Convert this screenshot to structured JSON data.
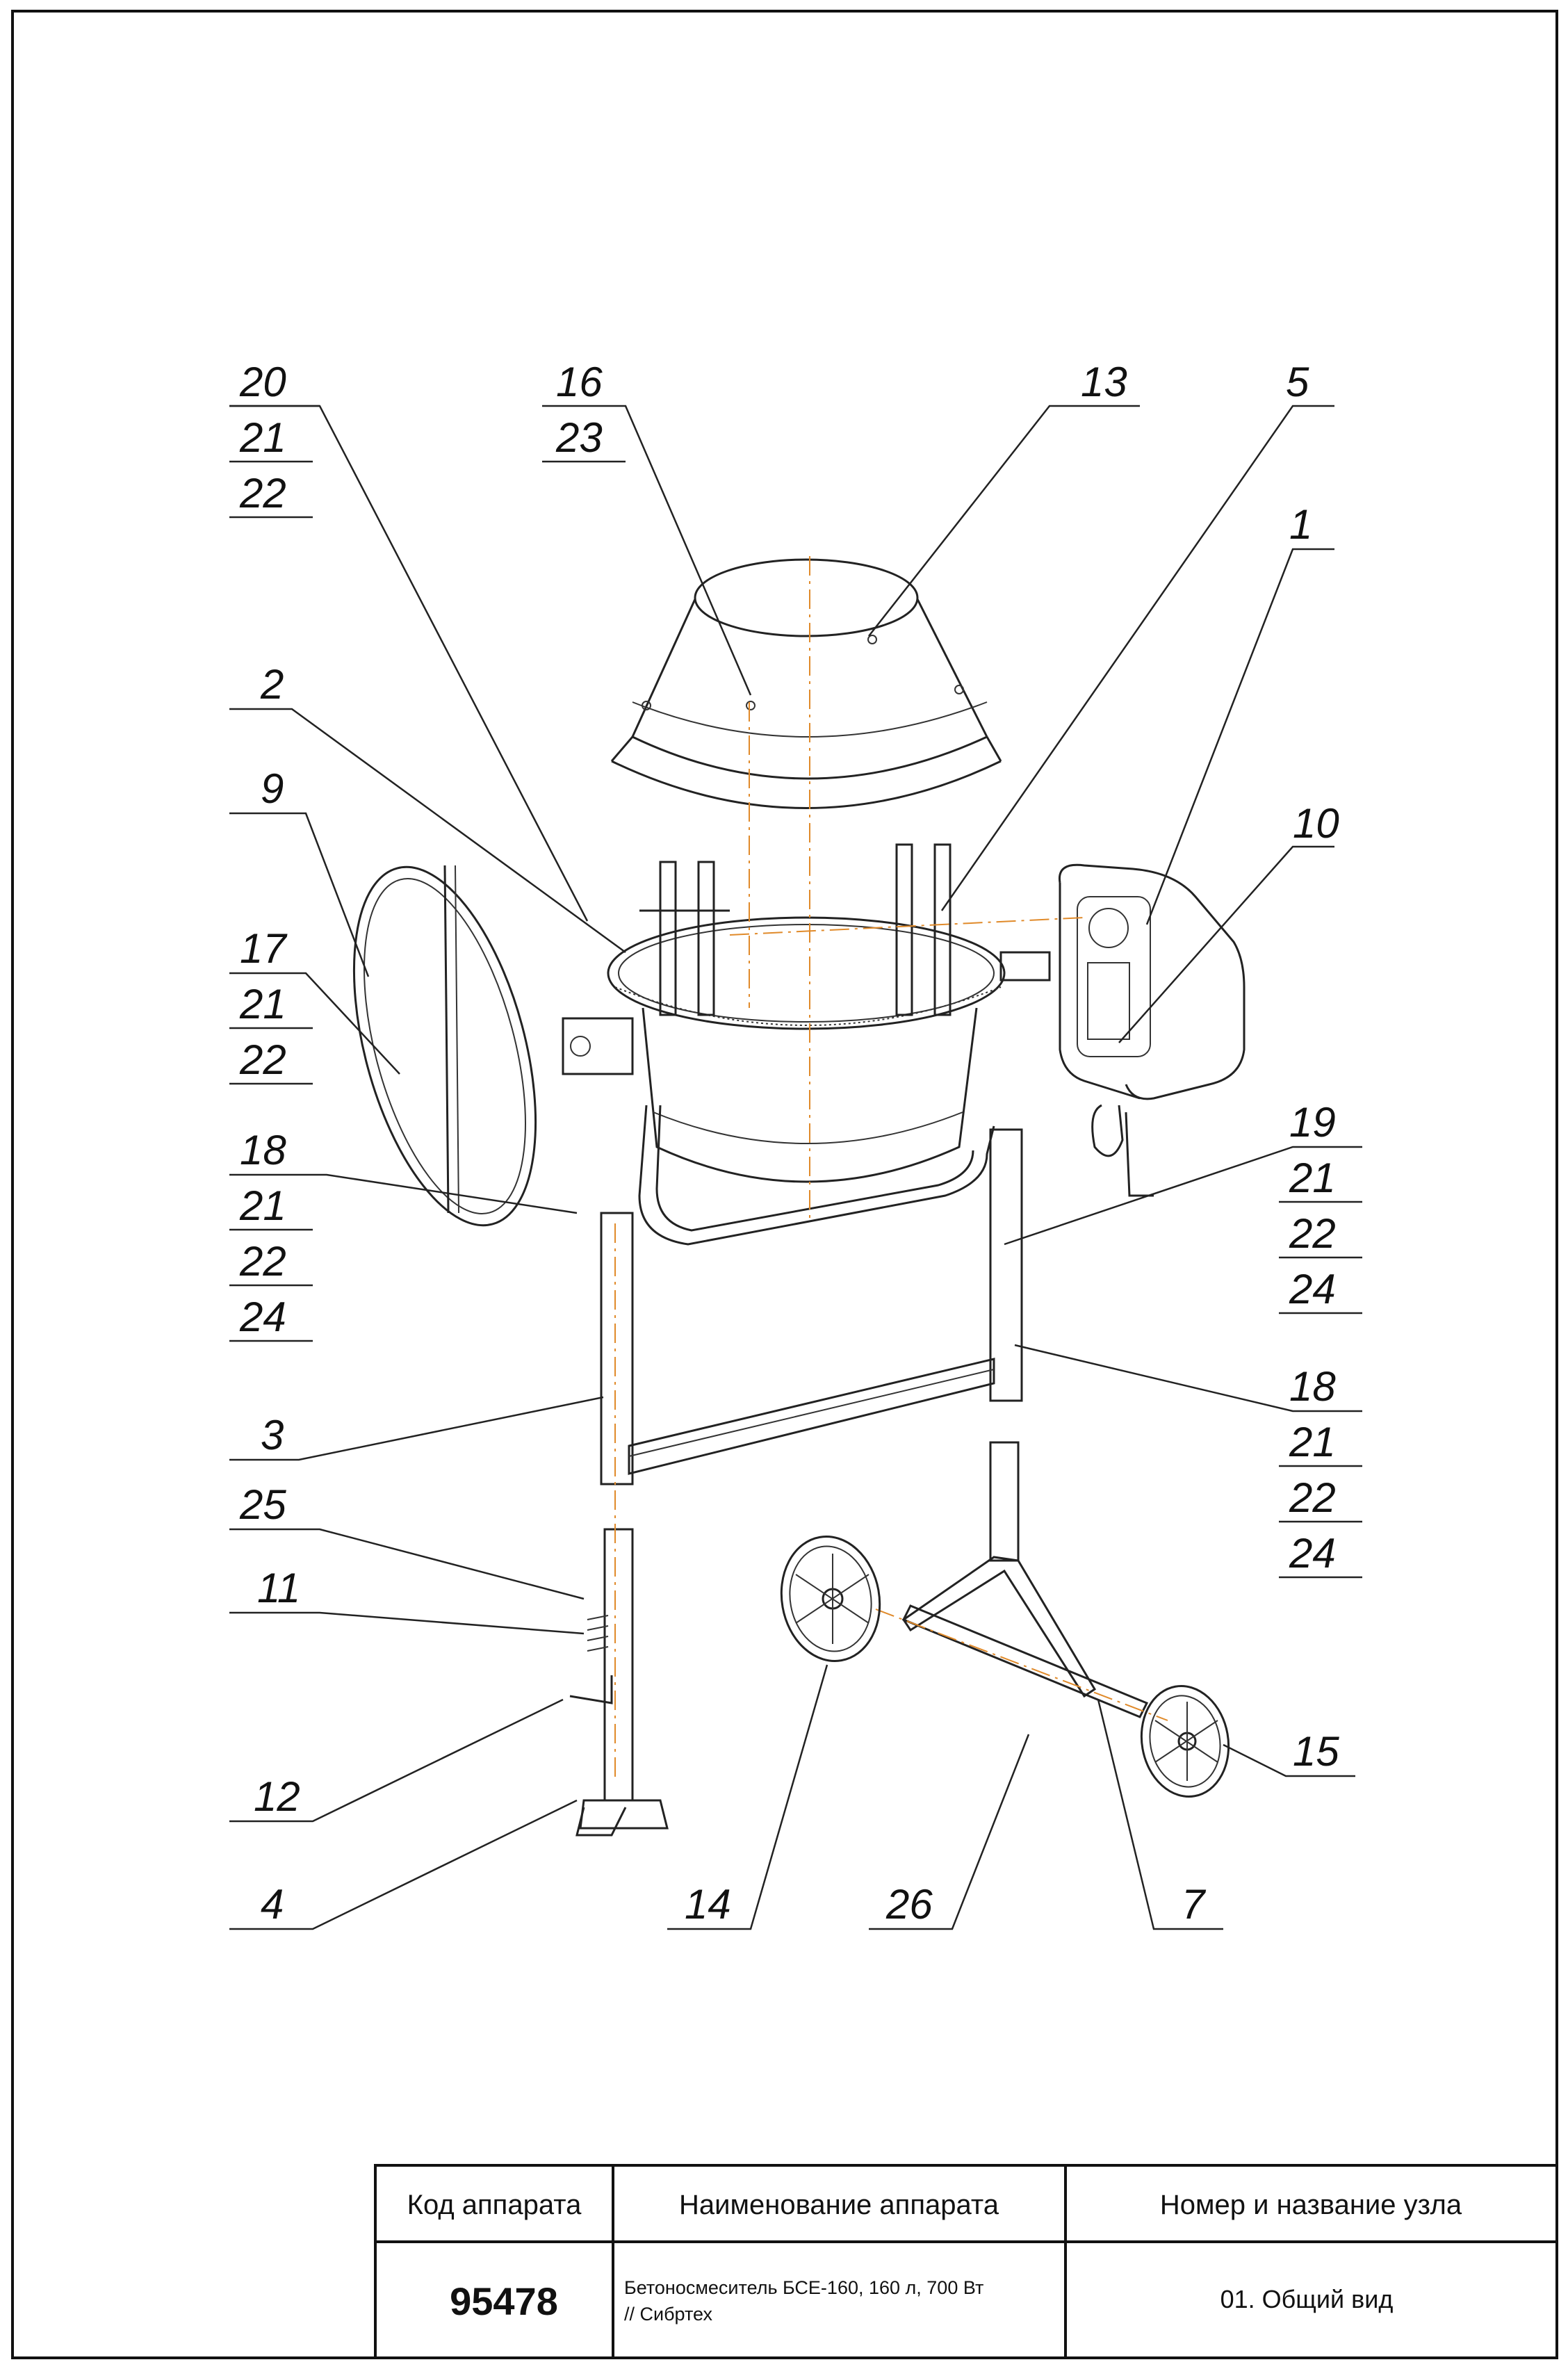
{
  "callouts": {
    "c20": "20",
    "c21a": "21",
    "c22a": "22",
    "c16": "16",
    "c23": "23",
    "c13": "13",
    "c5": "5",
    "c1": "1",
    "c10": "10",
    "c2": "2",
    "c9": "9",
    "c17": "17",
    "c21b": "21",
    "c22b": "22",
    "c18a": "18",
    "c21c": "21",
    "c22c": "22",
    "c24a": "24",
    "c19": "19",
    "c21d": "21",
    "c22d": "22",
    "c24b": "24",
    "c18b": "18",
    "c21e": "21",
    "c22e": "22",
    "c24c": "24",
    "c3": "3",
    "c25": "25",
    "c11": "11",
    "c12": "12",
    "c4": "4",
    "c14": "14",
    "c26": "26",
    "c7": "7",
    "c15": "15"
  },
  "title_block": {
    "head_code": "Код аппарата",
    "head_name": "Наименование аппарата",
    "head_node": "Номер и название узла",
    "code": "95478",
    "name_line1": "Бетоносмеситель БСЕ-160, 160 л, 700 Вт",
    "name_line2": "// Сибртех",
    "node": "01. Общий вид"
  }
}
